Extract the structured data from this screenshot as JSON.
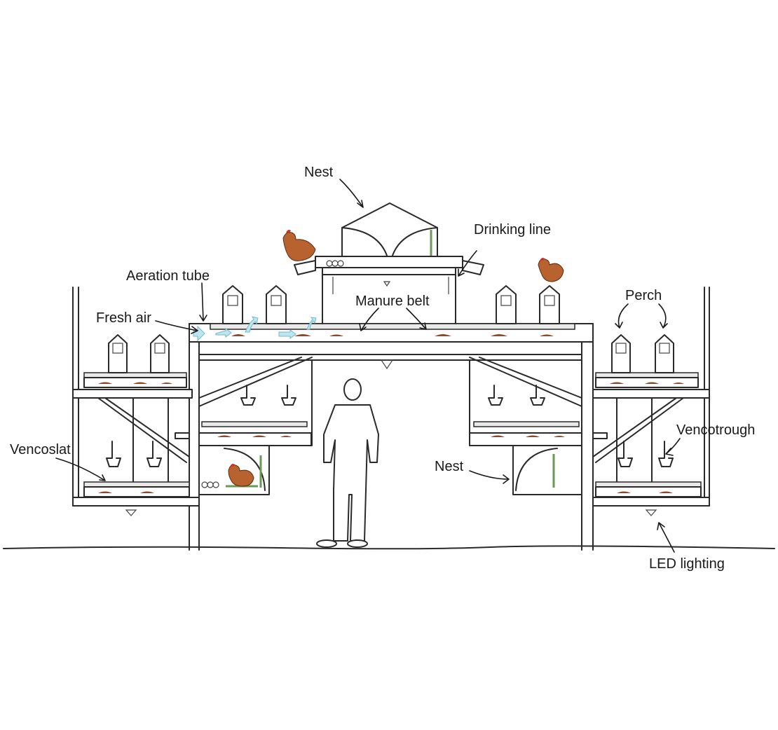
{
  "labels": {
    "nest_top": "Nest",
    "drinking_line": "Drinking line",
    "aeration_tube": "Aeration tube",
    "fresh_air": "Fresh air",
    "manure_belt": "Manure belt",
    "perch": "Perch",
    "vencoslat": "Vencoslat",
    "vencotrough": "Vencotrough",
    "nest_lower": "Nest",
    "led_lighting": "LED lighting"
  },
  "colors": {
    "line": "#2a2a2a",
    "hen": "#b8632f",
    "manure": "#8a4a2c",
    "air": "#bfe6ee",
    "nest_green": "#6a9a5a"
  }
}
